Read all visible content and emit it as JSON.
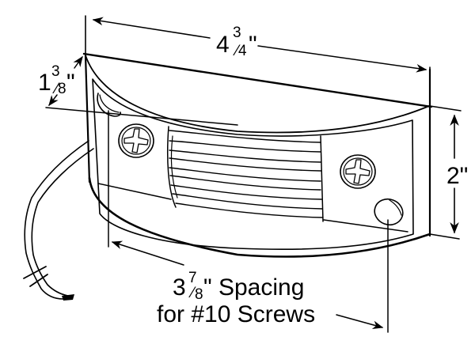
{
  "diagram": {
    "subject": "Surface-mount marker / clearance lamp with ribbed lens, two screws and lead wire",
    "colors": {
      "line": "#000000",
      "background": "#ffffff"
    },
    "dimensions": {
      "width": {
        "whole": "4",
        "num": "3",
        "den": "4",
        "unit": "\"",
        "value_in": 4.75
      },
      "depth": {
        "whole": "1",
        "num": "3",
        "den": "8",
        "unit": "\"",
        "value_in": 1.375
      },
      "height": {
        "text": "2\"",
        "value_in": 2.0
      },
      "screw_spacing": {
        "whole": "3",
        "num": "7",
        "den": "8",
        "unit": "\"",
        "value_in": 3.875,
        "line1_suffix": " Spacing",
        "line2": "for #10 Screws"
      }
    },
    "parts": [
      "housing",
      "ribbed-lens",
      "left-screw",
      "right-screw",
      "mounting-hole-left",
      "mounting-hole-right",
      "lead-wire"
    ]
  }
}
